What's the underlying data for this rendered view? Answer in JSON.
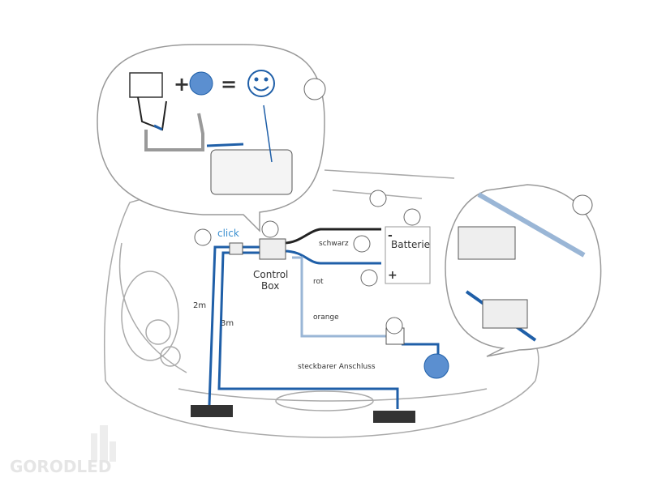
{
  "labels": {
    "click": "click",
    "control_box_line1": "Control",
    "control_box_line2": "Box",
    "schwarz": "schwarz",
    "batterie": "Batterie",
    "minus": "-",
    "plus": "+",
    "rot": "rot",
    "orange": "orange",
    "len_2m": "2m",
    "len_3m": "3m",
    "steckbarer": "steckbarer Anschluss",
    "eq_plus": "+",
    "eq_equals": "="
  },
  "watermark": "GORODLED",
  "colors": {
    "blue": "#1f5fa8",
    "light_blue": "#9ab6d6",
    "black": "#222222",
    "line": "#999999"
  }
}
